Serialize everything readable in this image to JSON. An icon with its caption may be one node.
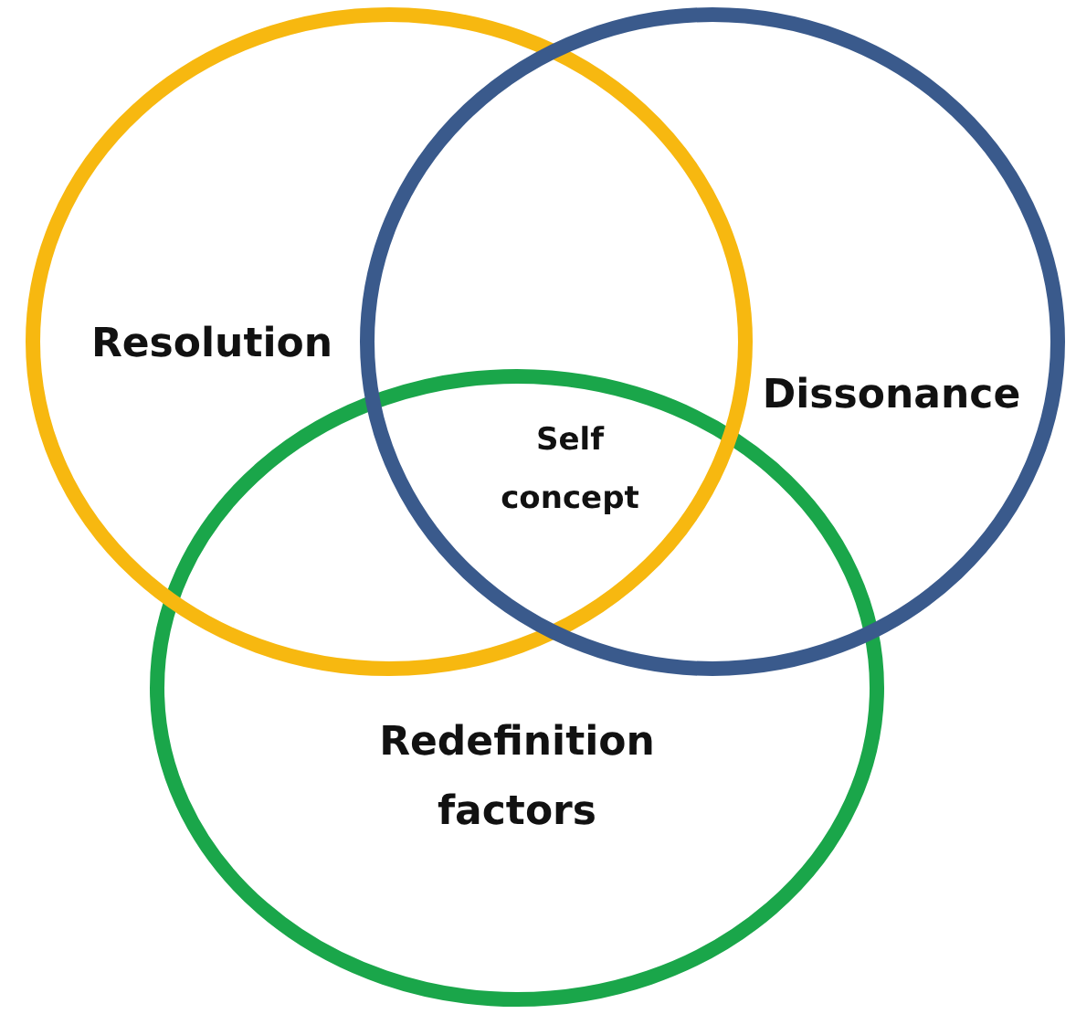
{
  "diagram": {
    "nodes": [
      {
        "text": [
          "Resolution"
        ]
      },
      {
        "text": [
          "Dissonance"
        ]
      },
      {
        "text": [
          "Redefinition factors"
        ]
      }
    ],
    "labels": [
      "Self concept"
    ]
  }
}
